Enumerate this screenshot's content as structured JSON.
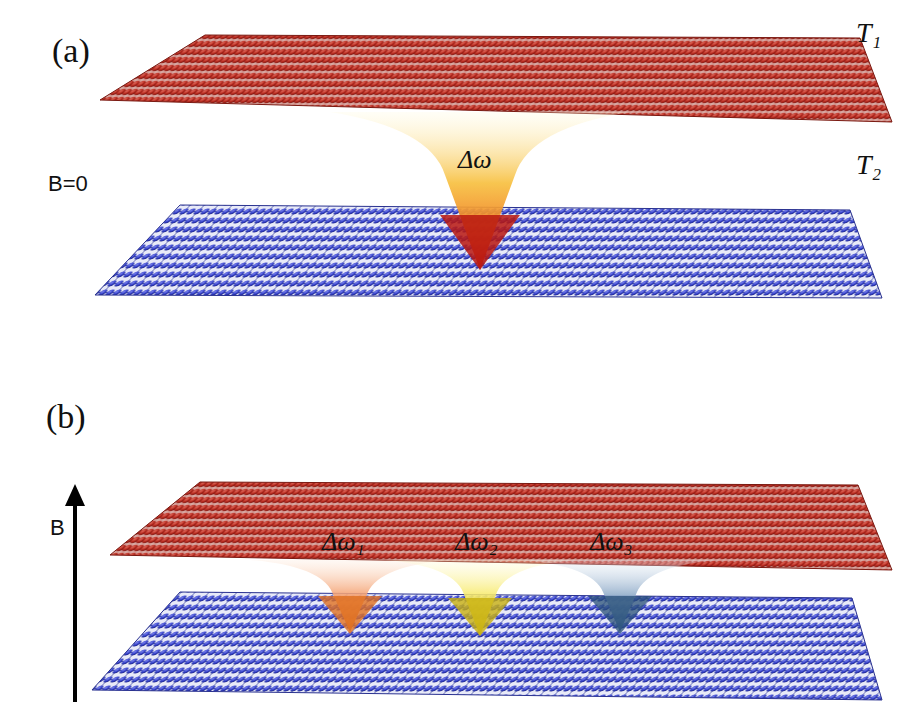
{
  "diagram": {
    "labels": [
      "(a)",
      "T₁",
      "B=0",
      "Δω",
      "T₂",
      "(b)",
      "B",
      "Δω₁",
      "Δω₂",
      "Δω₃"
    ]
  }
}
